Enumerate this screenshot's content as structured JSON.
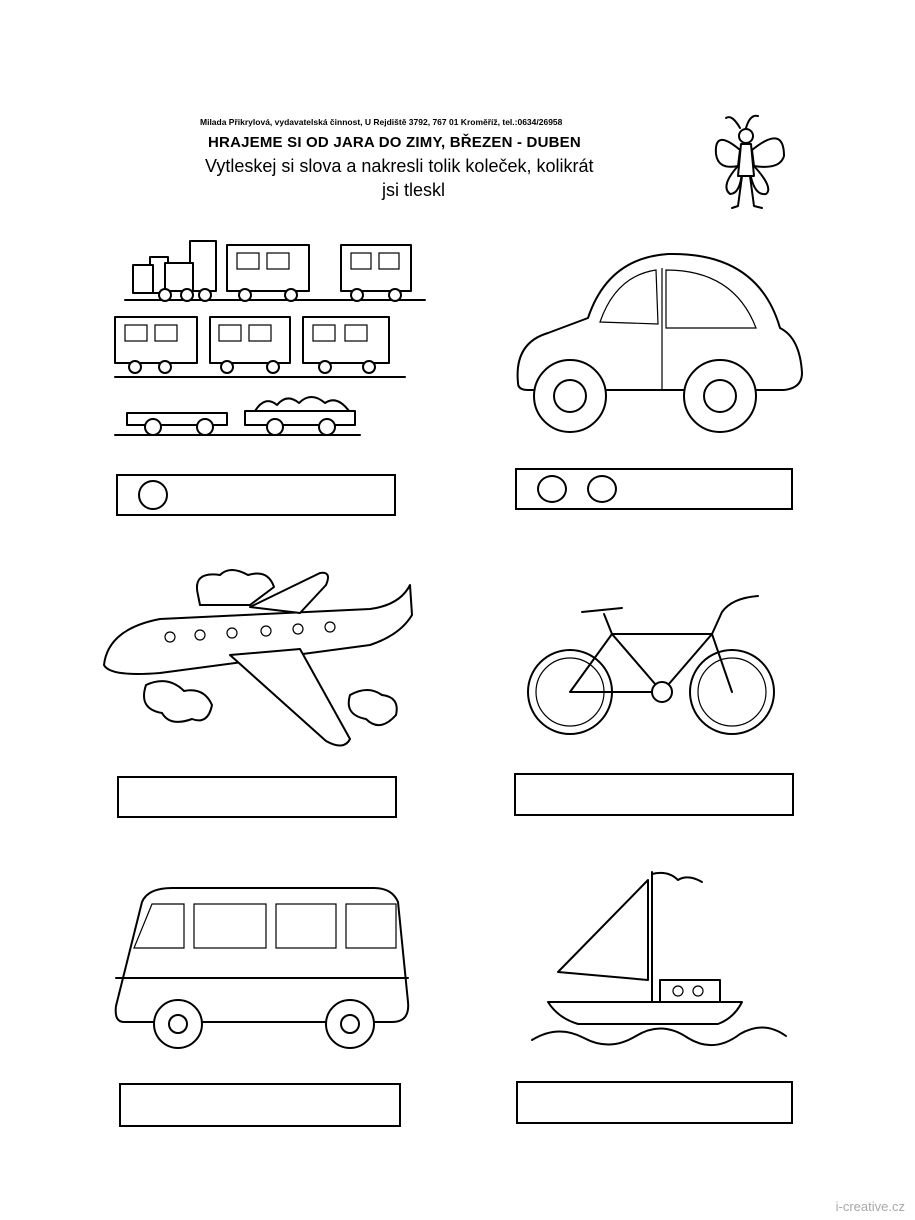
{
  "header": {
    "publisher": "Milada Přikrylová, vydavatelská činnost, U Rejdiště 3792, 767 01 Kroměříž, tel.:0634/26958",
    "title": "HRAJEME SI OD JARA DO ZIMY, BŘEZEN - DUBEN",
    "instruction_line1": "Vytleskej si slova a nakresli tolik koleček, kolikrát",
    "instruction_line2": "jsi tleskl"
  },
  "items": [
    {
      "icon": "train-icon",
      "circles": 1
    },
    {
      "icon": "car-icon",
      "circles": 2
    },
    {
      "icon": "airplane-icon",
      "circles": 0
    },
    {
      "icon": "bicycle-icon",
      "circles": 0
    },
    {
      "icon": "bus-icon",
      "circles": 0
    },
    {
      "icon": "sailboat-icon",
      "circles": 0
    }
  ],
  "decor": {
    "icon": "butterfly-girl-icon"
  },
  "watermark": "i-creative.cz"
}
